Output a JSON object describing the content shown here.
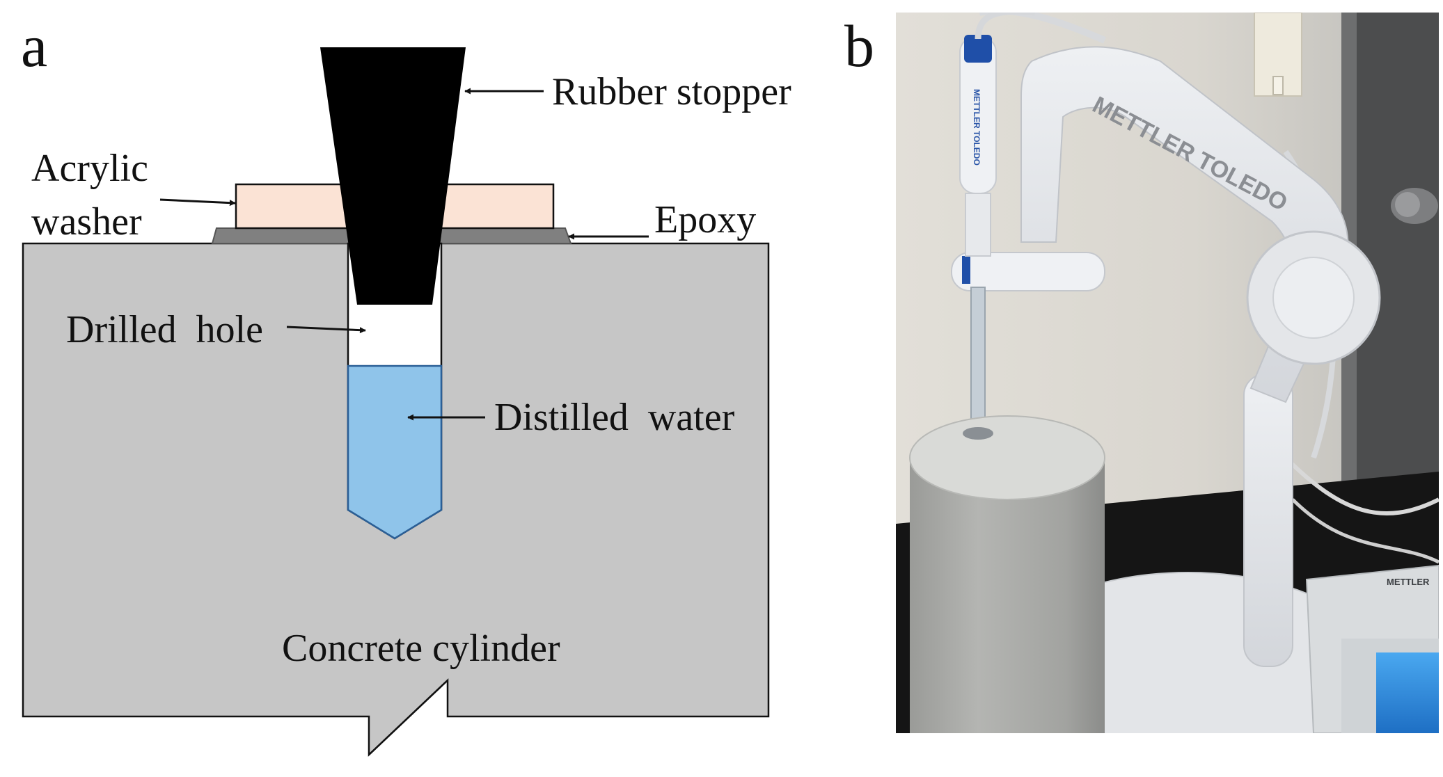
{
  "panel_a": {
    "letter": "a",
    "labels": {
      "rubber_stopper": "Rubber stopper",
      "acrylic_line1": "Acrylic",
      "acrylic_line2": "washer",
      "epoxy": "Epoxy",
      "drilled_hole": "Drilled  hole",
      "distilled_water": "Distilled  water",
      "concrete_cylinder": "Concrete cylinder"
    },
    "colors": {
      "concrete": "#c6c6c6",
      "stopper": "#000000",
      "washer": "#fbe3d5",
      "epoxy": "#808080",
      "water": "#8fc4ea",
      "hole": "#ffffff"
    }
  },
  "panel_b": {
    "letter": "b",
    "photo_text": {
      "arm_brand": "METTLER TOLEDO",
      "probe_brand": "METTLER TOLEDO",
      "base_brand": "METTLER"
    },
    "colors": {
      "wall": "#dcdad4",
      "stand": "#e7e9ec",
      "concrete": "#a7a8a6",
      "bench": "#151515"
    }
  }
}
